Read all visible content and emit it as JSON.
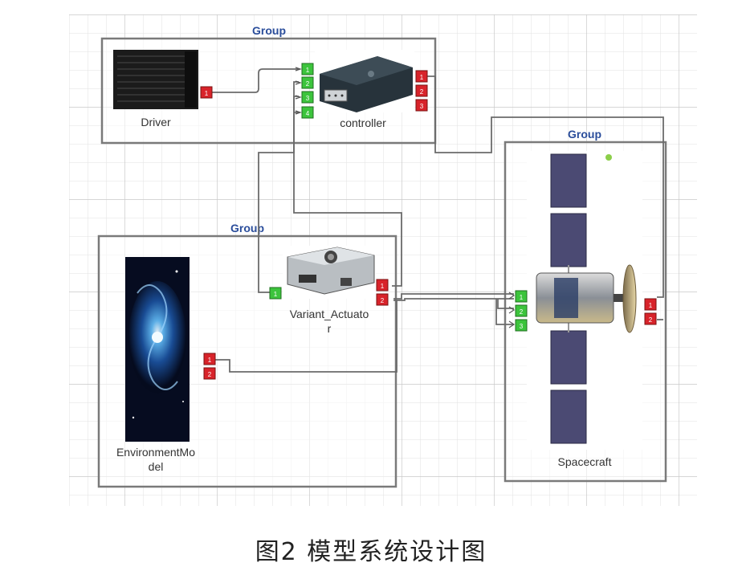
{
  "groups": [
    {
      "label": "Group"
    },
    {
      "label": "Group"
    },
    {
      "label": "Group"
    }
  ],
  "blocks": {
    "driver": {
      "label": "Driver"
    },
    "controller": {
      "label": "controller"
    },
    "actuator": {
      "label_line1": "Variant_Actuato",
      "label_line2": "r"
    },
    "environment": {
      "label_line1": "EnvironmentMo",
      "label_line2": "del"
    },
    "spacecraft": {
      "label": "Spacecraft"
    }
  },
  "ports": {
    "driver_out": [
      "1"
    ],
    "controller_in": [
      "1",
      "2",
      "3",
      "4"
    ],
    "controller_out": [
      "1",
      "2",
      "3"
    ],
    "actuator_in": [
      "1"
    ],
    "actuator_out": [
      "1",
      "2"
    ],
    "environment_out": [
      "1",
      "2"
    ],
    "spacecraft_in": [
      "1",
      "2",
      "3"
    ],
    "spacecraft_out": [
      "1",
      "2"
    ]
  },
  "caption": "图2  模型系统设计图",
  "colors": {
    "group_title": "#2a4d9b",
    "in_port": "#3cc43c",
    "out_port": "#d8232a",
    "frame": "#777777",
    "wire": "#6b6b6b",
    "grid": "#d8d8d8"
  }
}
